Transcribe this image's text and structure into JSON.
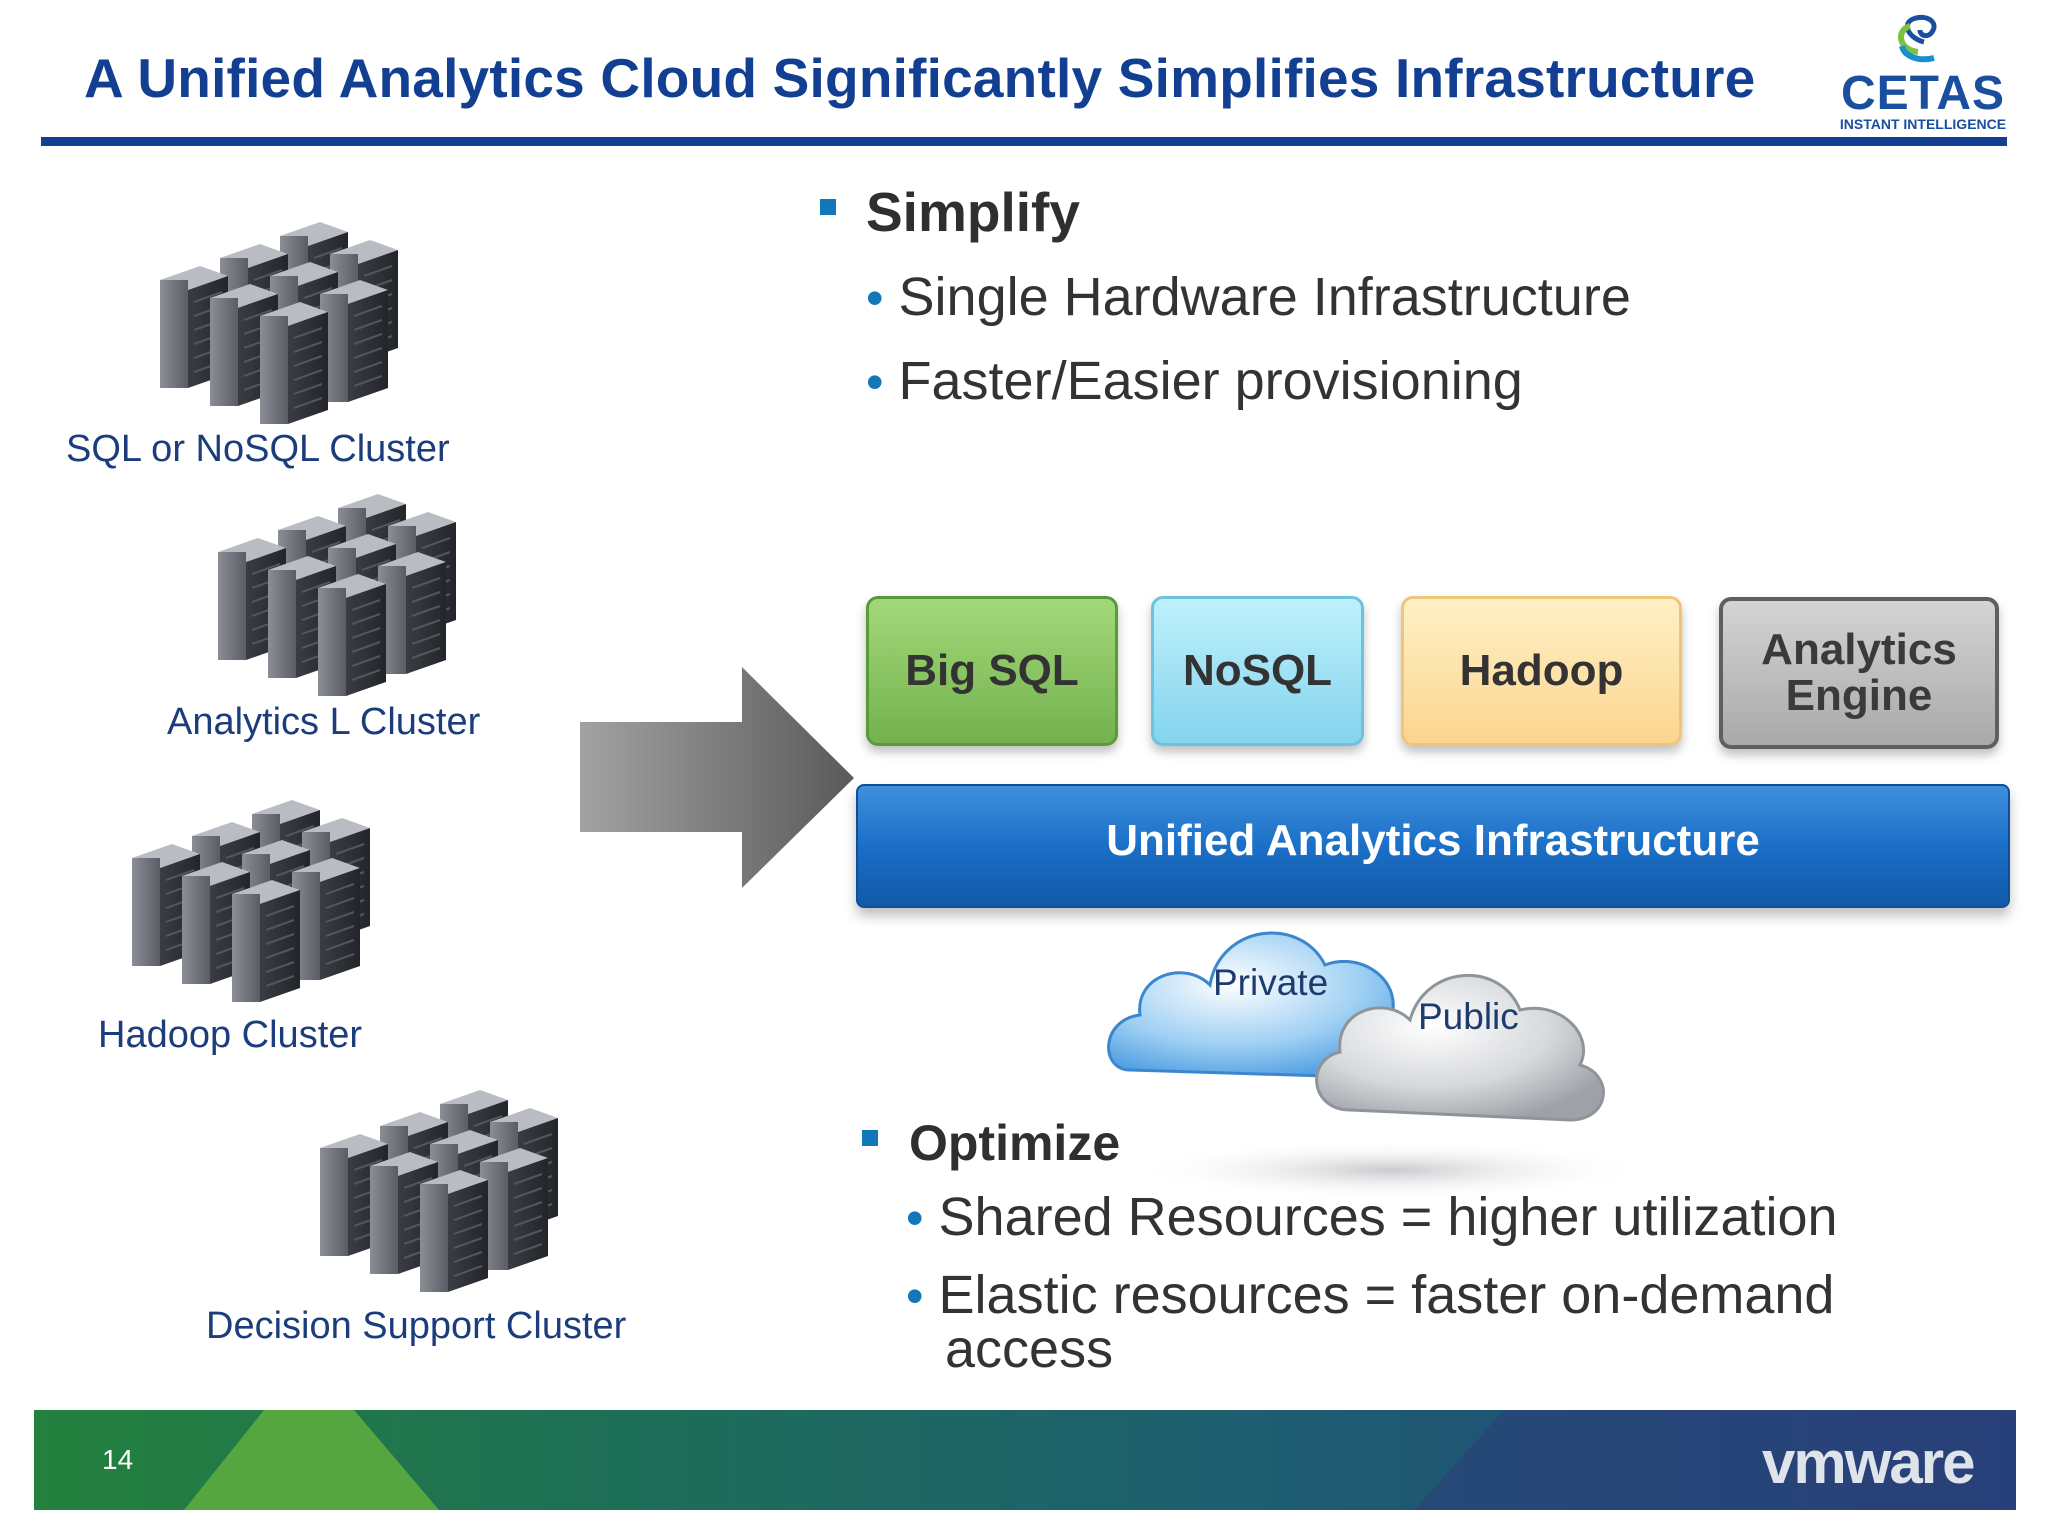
{
  "slide": {
    "title": "A Unified Analytics Cloud Significantly Simplifies Infrastructure",
    "page_number": "14"
  },
  "logo": {
    "name": "CETAS",
    "tagline": "INSTANT INTELLIGENCE",
    "icon": "swirl-logo-icon",
    "colors": {
      "primary": "#1a4fa0",
      "accent": "#7cc242"
    }
  },
  "footer": {
    "brand": "vmware",
    "colors": {
      "start": "#24813d",
      "end": "#24437a"
    }
  },
  "clusters": [
    {
      "label": "SQL or NoSQL Cluster",
      "icon": "server-rack-icon"
    },
    {
      "label": "Analytics L Cluster",
      "icon": "server-rack-icon"
    },
    {
      "label": "Hadoop Cluster",
      "icon": "server-rack-icon"
    },
    {
      "label": "Decision Support Cluster",
      "icon": "server-rack-icon"
    }
  ],
  "simplify": {
    "heading": "Simplify",
    "items": [
      "Single Hardware Infrastructure",
      "Faster/Easier provisioning"
    ]
  },
  "optimize": {
    "heading": "Optimize",
    "items": [
      "Shared Resources = higher utilization",
      "Elastic resources = faster on-demand",
      "access"
    ]
  },
  "stack": {
    "boxes": [
      {
        "line1": "Big SQL",
        "line2": "",
        "color": "#8cc865"
      },
      {
        "line1": "NoSQL",
        "line2": "",
        "color": "#a6e3f6"
      },
      {
        "line1": "Hadoop",
        "line2": "",
        "color": "#fde2a6"
      },
      {
        "line1": "Analytics",
        "line2": "Engine",
        "color": "#bdbdbd"
      }
    ],
    "base": "Unified Analytics Infrastructure",
    "base_color": "#1b6fc7",
    "clouds": [
      "Private",
      "Public"
    ]
  },
  "arrow": {
    "icon": "right-arrow-icon",
    "color": "#777777"
  }
}
